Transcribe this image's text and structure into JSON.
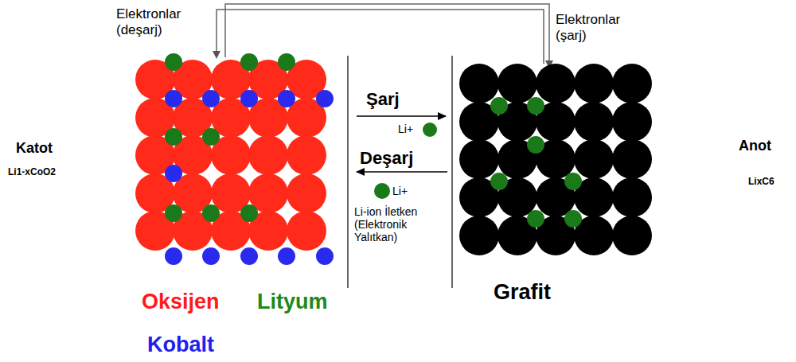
{
  "diagram": {
    "labels": [
      "Elektronlar (deşarj)",
      "Elektronlar (şarj)",
      "Katot",
      "Li1-xCoO2",
      "Şarj",
      "Li+",
      "Deşarj",
      "Li+",
      "Li-ion İletken (Elektronik Yalıtkan)",
      "Anot",
      "LixC6",
      "Grafit",
      "Oksijen",
      "Lityum",
      "Kobalt"
    ]
  }
}
